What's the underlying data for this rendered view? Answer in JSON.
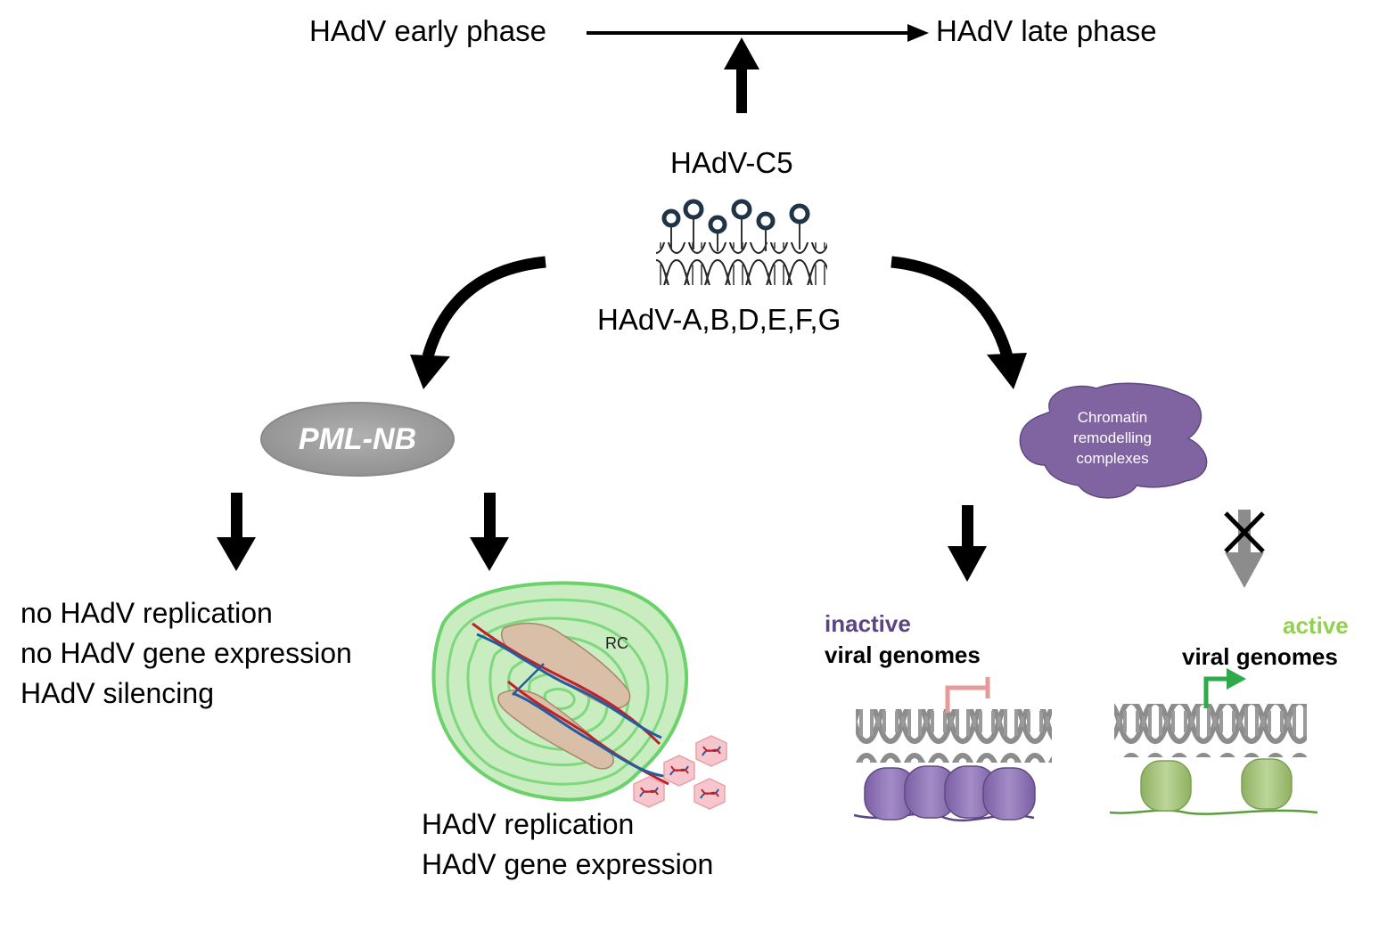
{
  "top": {
    "early_phase": "HAdV early phase",
    "late_phase": "HAdV late phase"
  },
  "center": {
    "c5_label": "HAdV-C5",
    "types_label": "HAdV-A,B,D,E,F,G"
  },
  "left": {
    "pml_nb": "PML-NB",
    "outcomes": [
      "no HAdV replication",
      "no HAdV gene expression",
      "HAdV silencing"
    ]
  },
  "middle": {
    "rc_label": "RC",
    "outcomes": [
      "HAdV replication",
      "HAdV gene expression"
    ]
  },
  "right": {
    "complex_lines": [
      "Chromatin",
      "remodelling",
      "complexes"
    ],
    "inactive_label": "inactive",
    "active_label": "active",
    "viral_genomes": "viral genomes"
  },
  "colors": {
    "inactive": "#5b4583",
    "active": "#92d050",
    "complex": "#8064a2",
    "pml": "#a6a6a6",
    "rc_fill": "#c9ecc0"
  }
}
